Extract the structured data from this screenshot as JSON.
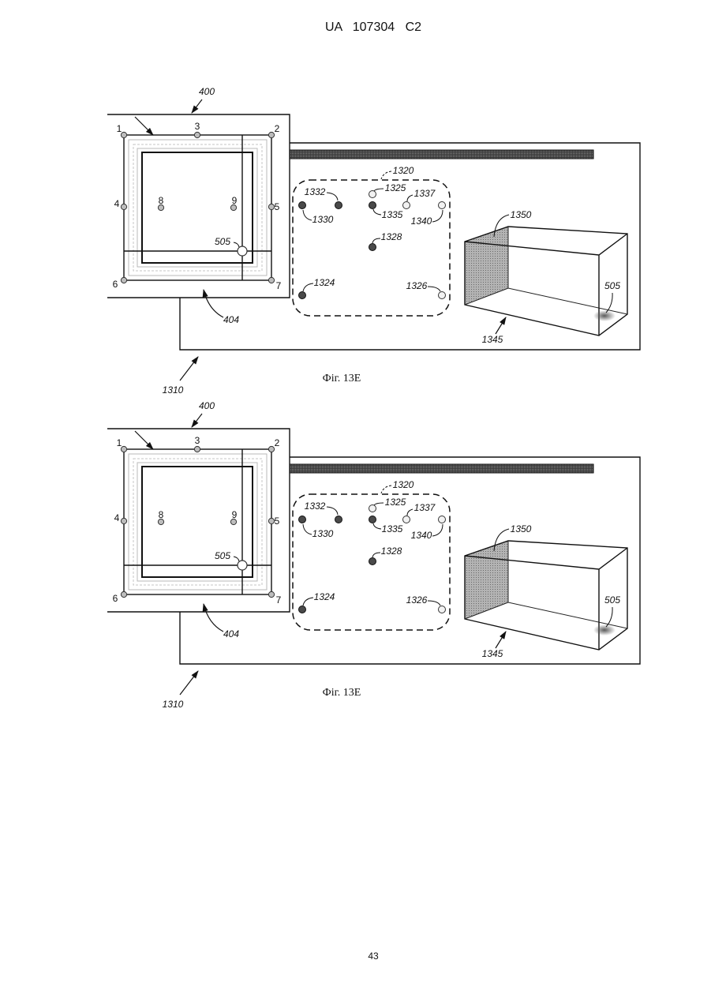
{
  "header": {
    "publication": "UA 107304 C2"
  },
  "page_number": "43",
  "figures": [
    {
      "caption": "Фіг. 13E",
      "sensor_numbers": [
        "1",
        "2",
        "3",
        "4",
        "5",
        "6",
        "7",
        "8",
        "9"
      ],
      "labels": {
        "r400": "400",
        "r404": "404",
        "r505_frame": "505",
        "r505_box": "505",
        "r1310": "1310",
        "r1320": "1320",
        "r1324": "1324",
        "r1325": "1325",
        "r1326": "1326",
        "r1328": "1328",
        "r1330": "1330",
        "r1332": "1332",
        "r1335": "1335",
        "r1337": "1337",
        "r1340": "1340",
        "r1345": "1345",
        "r1350": "1350"
      }
    },
    {
      "caption": "Фіг. 13E",
      "sensor_numbers": [
        "1",
        "2",
        "3",
        "4",
        "5",
        "6",
        "7",
        "8",
        "9"
      ],
      "labels": {
        "r400": "400",
        "r404": "404",
        "r505_frame": "505",
        "r505_box": "505",
        "r1310": "1310",
        "r1320": "1320",
        "r1324": "1324",
        "r1325": "1325",
        "r1326": "1326",
        "r1328": "1328",
        "r1330": "1330",
        "r1332": "1332",
        "r1335": "1335",
        "r1337": "1337",
        "r1340": "1340",
        "r1345": "1345",
        "r1350": "1350"
      }
    }
  ]
}
